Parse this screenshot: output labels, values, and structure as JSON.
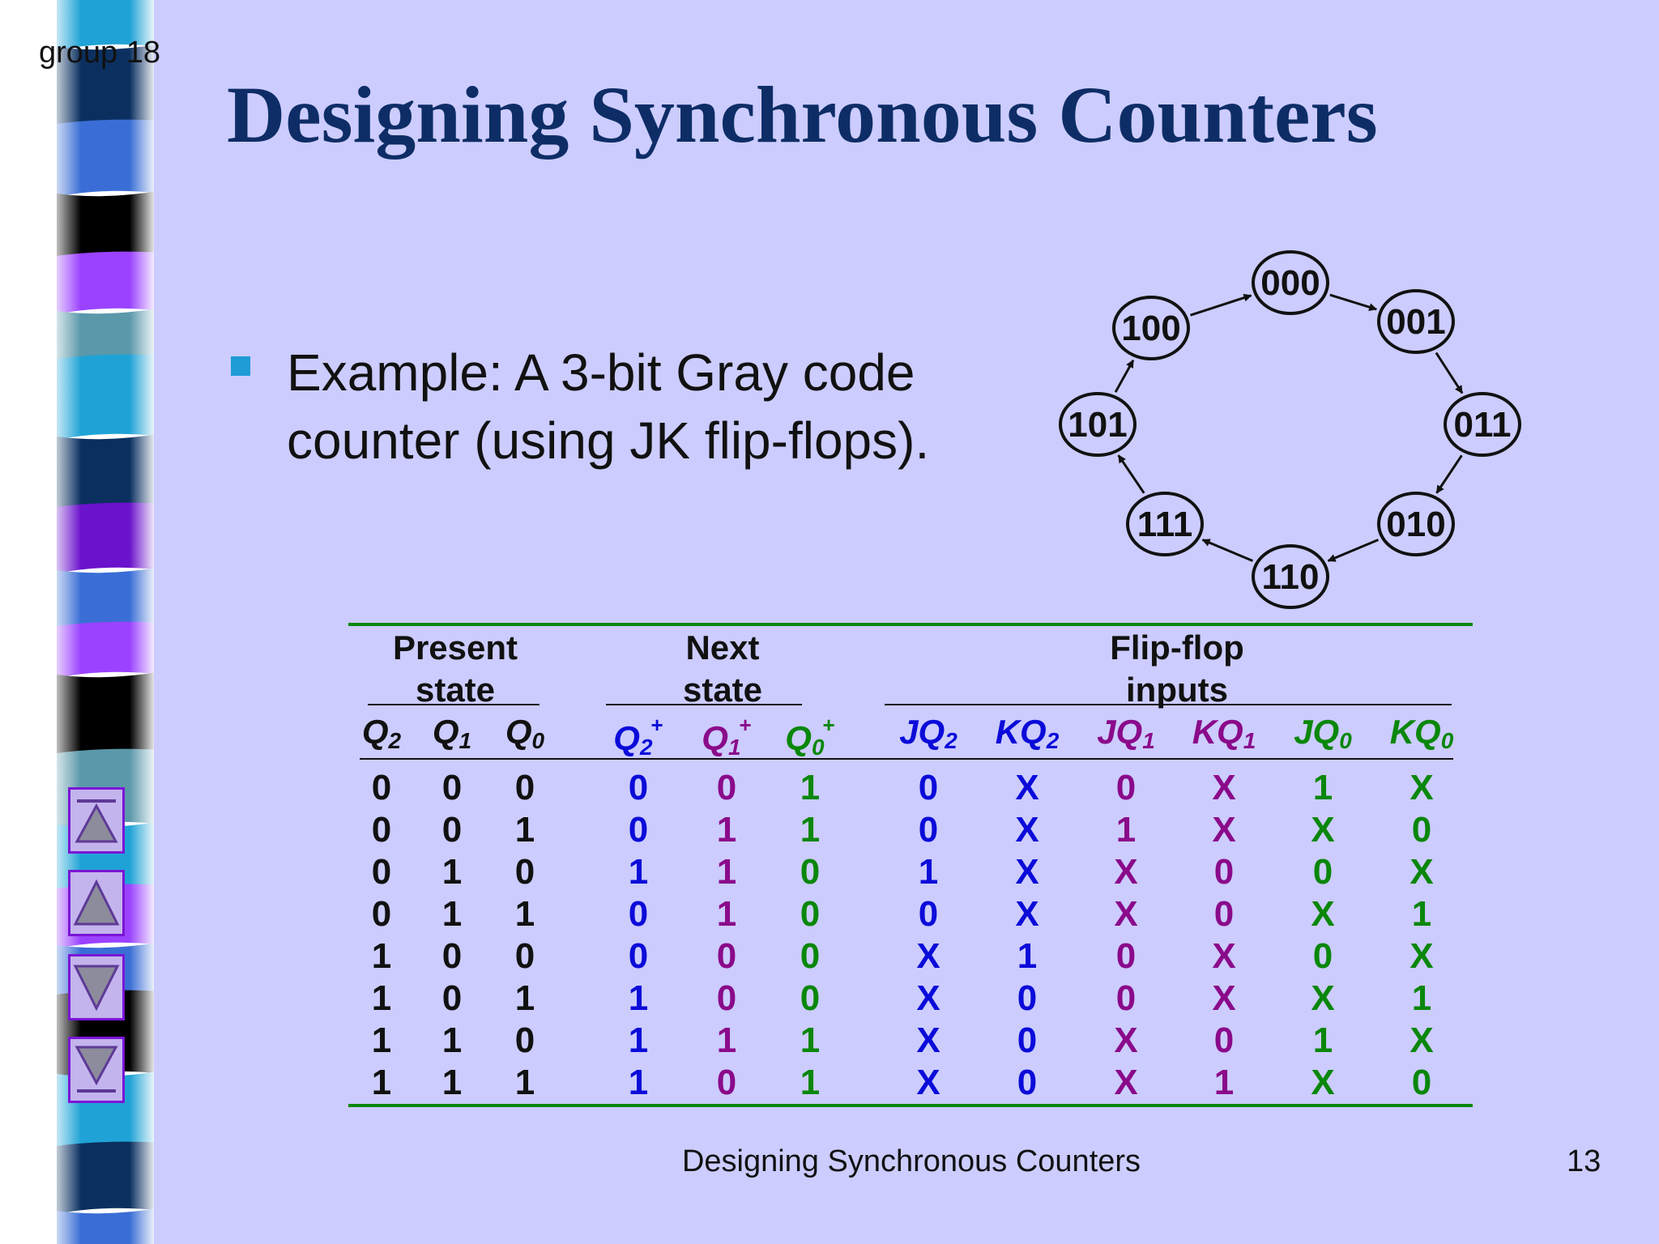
{
  "group_label": "group 18",
  "title": "Designing Synchronous Counters",
  "bullet": {
    "line1": "Example: A 3-bit Gray code",
    "line2": "counter (using JK flip-flops)."
  },
  "state_diagram": {
    "states": [
      "000",
      "001",
      "011",
      "010",
      "110",
      "111",
      "101",
      "100"
    ]
  },
  "table": {
    "groups": {
      "present": [
        "Present",
        "state"
      ],
      "next": [
        "Next",
        "state"
      ],
      "inputs": [
        "Flip-flop",
        "inputs"
      ]
    },
    "columns": [
      {
        "base": "Q",
        "sub": "2",
        "sup": "",
        "color": "#111111"
      },
      {
        "base": "Q",
        "sub": "1",
        "sup": "",
        "color": "#111111"
      },
      {
        "base": "Q",
        "sub": "0",
        "sup": "",
        "color": "#111111"
      },
      {
        "base": "Q",
        "sub": "2",
        "sup": "+",
        "color": "#0b0bd9"
      },
      {
        "base": "Q",
        "sub": "1",
        "sup": "+",
        "color": "#8a0a8a"
      },
      {
        "base": "Q",
        "sub": "0",
        "sup": "+",
        "color": "#0a870a"
      },
      {
        "base": "JQ",
        "sub": "2",
        "sup": "",
        "color": "#0b0bd9"
      },
      {
        "base": "KQ",
        "sub": "2",
        "sup": "",
        "color": "#0b0bd9"
      },
      {
        "base": "JQ",
        "sub": "1",
        "sup": "",
        "color": "#8a0a8a"
      },
      {
        "base": "KQ",
        "sub": "1",
        "sup": "",
        "color": "#8a0a8a"
      },
      {
        "base": "JQ",
        "sub": "0",
        "sup": "",
        "color": "#0a870a"
      },
      {
        "base": "KQ",
        "sub": "0",
        "sup": "",
        "color": "#0a870a"
      }
    ],
    "rows": [
      [
        "0",
        "0",
        "0",
        "0",
        "0",
        "1",
        "0",
        "X",
        "0",
        "X",
        "1",
        "X"
      ],
      [
        "0",
        "0",
        "1",
        "0",
        "1",
        "1",
        "0",
        "X",
        "1",
        "X",
        "X",
        "0"
      ],
      [
        "0",
        "1",
        "0",
        "1",
        "1",
        "0",
        "1",
        "X",
        "X",
        "0",
        "0",
        "X"
      ],
      [
        "0",
        "1",
        "1",
        "0",
        "1",
        "0",
        "0",
        "X",
        "X",
        "0",
        "X",
        "1"
      ],
      [
        "1",
        "0",
        "0",
        "0",
        "0",
        "0",
        "X",
        "1",
        "0",
        "X",
        "0",
        "X"
      ],
      [
        "1",
        "0",
        "1",
        "1",
        "0",
        "0",
        "X",
        "0",
        "0",
        "X",
        "X",
        "1"
      ],
      [
        "1",
        "1",
        "0",
        "1",
        "1",
        "1",
        "X",
        "0",
        "X",
        "0",
        "1",
        "X"
      ],
      [
        "1",
        "1",
        "1",
        "1",
        "0",
        "1",
        "X",
        "0",
        "X",
        "1",
        "X",
        "0"
      ]
    ]
  },
  "footer": {
    "title": "Designing Synchronous Counters",
    "page": "13"
  },
  "colors": {
    "background": "#ccccff",
    "title": "#0e2d66",
    "rule": "#0a870a",
    "bullet": "#1f9bd6"
  }
}
